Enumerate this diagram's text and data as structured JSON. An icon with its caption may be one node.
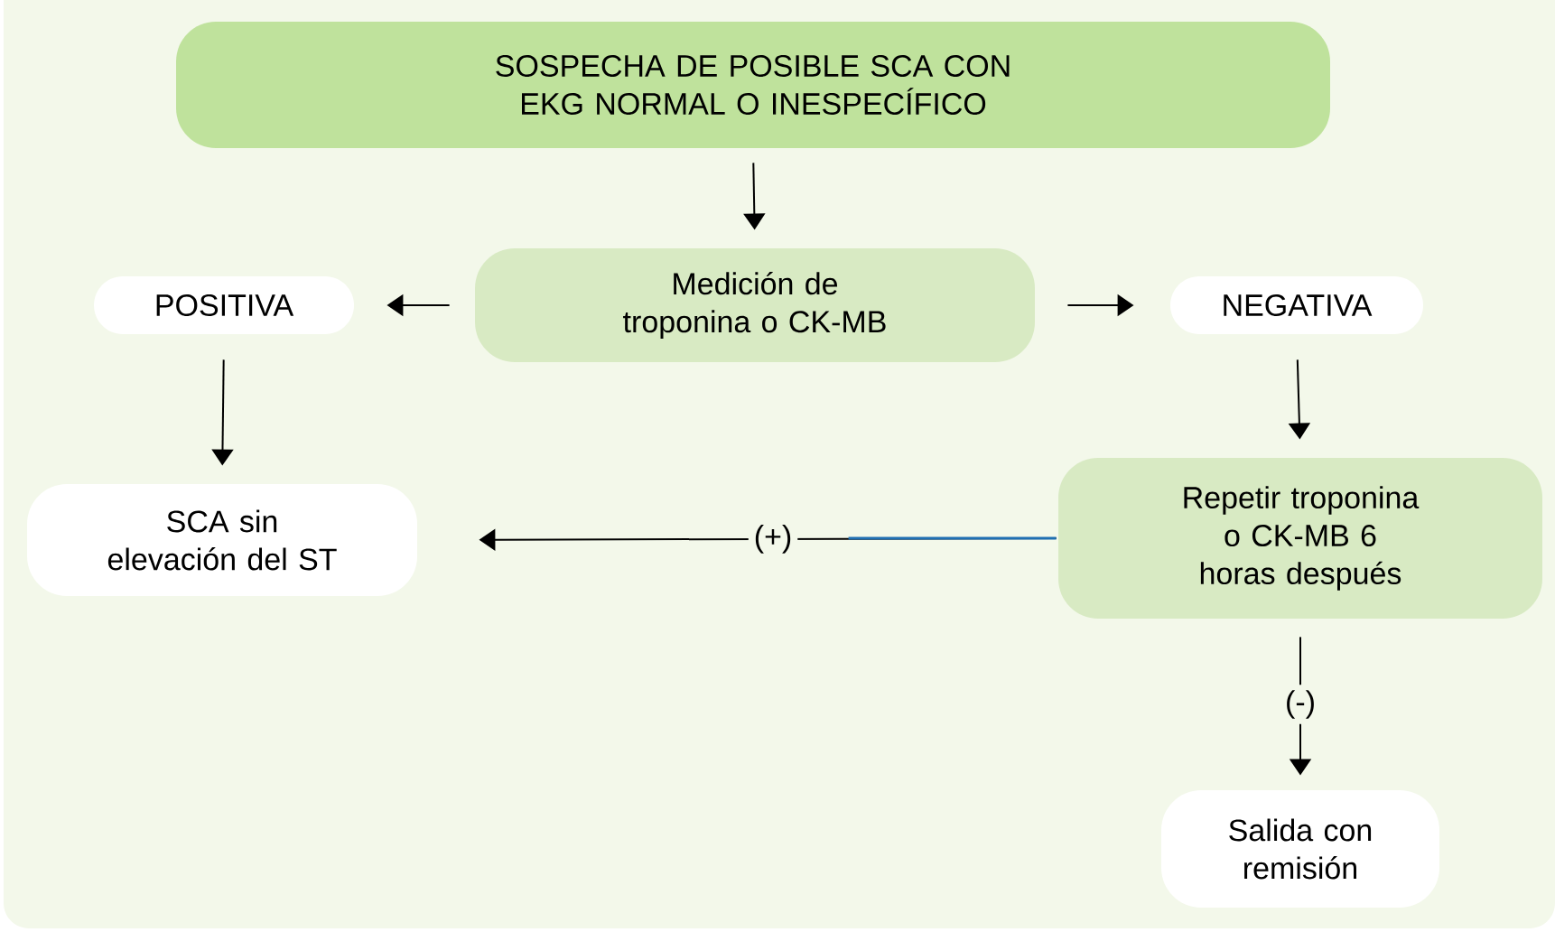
{
  "diagram": {
    "nodes": [
      {
        "text": [
          "SOSPECHA DE POSIBLE SCA CON EKG NORMAL O INESPECÍFICO"
        ]
      },
      {
        "text": [
          "Medición de troponina o CK-MB"
        ]
      },
      {
        "text": [
          "POSITIVA"
        ]
      },
      {
        "text": [
          "NEGATIVA"
        ]
      },
      {
        "text": [
          "SCA sin elevación del ST"
        ]
      },
      {
        "text": [
          "Repetir troponina o CK-MB 6 horas después"
        ]
      },
      {
        "text": [
          "Salida con remisión"
        ]
      }
    ],
    "edges": [
      {
        "from": 0,
        "to": 1,
        "arrow": "to"
      },
      {
        "from": 1,
        "to": 2,
        "arrow": "to"
      },
      {
        "from": 1,
        "to": 3,
        "arrow": "to"
      },
      {
        "from": 2,
        "to": 4,
        "arrow": "to"
      },
      {
        "from": 3,
        "to": 5,
        "arrow": "to"
      },
      {
        "from": 5,
        "to": 4,
        "arrow": "to",
        "label": "(+)"
      },
      {
        "from": 5,
        "to": 6,
        "arrow": "to",
        "label": "(-)"
      }
    ]
  }
}
